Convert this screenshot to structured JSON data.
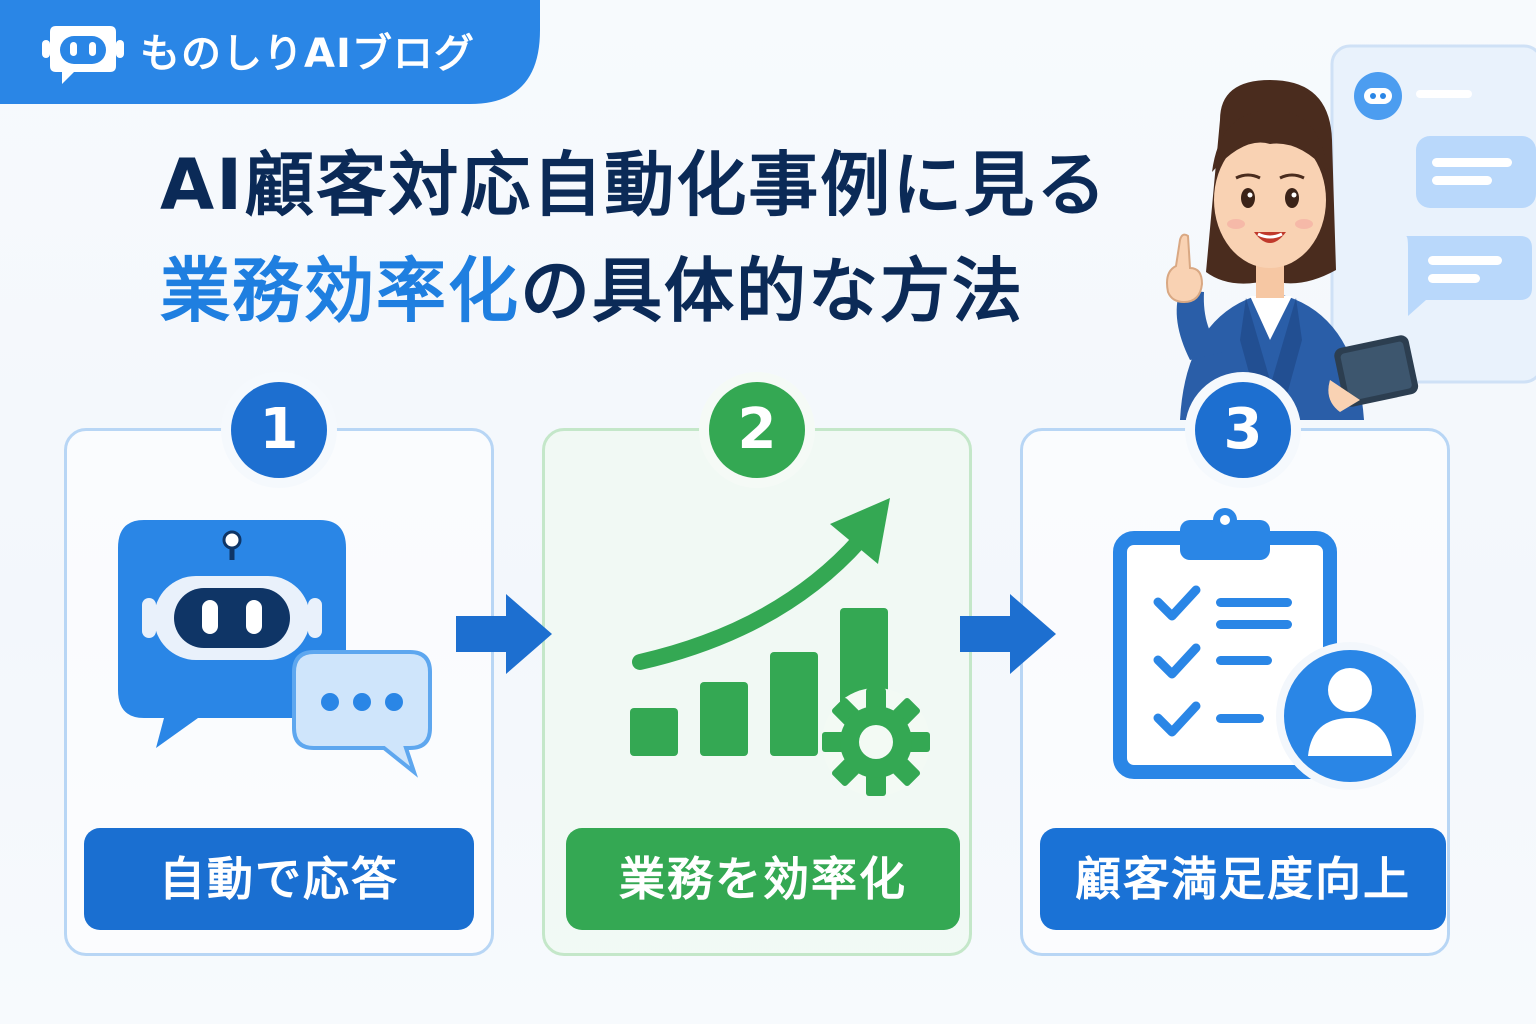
{
  "brand": {
    "name": "ものしりAIブログ",
    "icon": "robot-chat-icon",
    "color": "#2a86e6"
  },
  "title": {
    "line1": "AI顧客対応自動化事例に見る",
    "line2_accent": "業務効率化",
    "line2_rest": "の具体的な方法"
  },
  "colors": {
    "navy": "#0b2a57",
    "blue": "#1f7fe0",
    "green": "#34a853"
  },
  "steps": [
    {
      "number": "1",
      "label": "自動で応答",
      "icon": "robot-chat-bubble-icon"
    },
    {
      "number": "2",
      "label": "業務を効率化",
      "icon": "growth-chart-gear-icon"
    },
    {
      "number": "3",
      "label": "顧客満足度向上",
      "icon": "checklist-user-icon"
    }
  ],
  "decor": {
    "illustration": "woman-pointing-illustration",
    "chat_panel": "chat-window-icon"
  }
}
